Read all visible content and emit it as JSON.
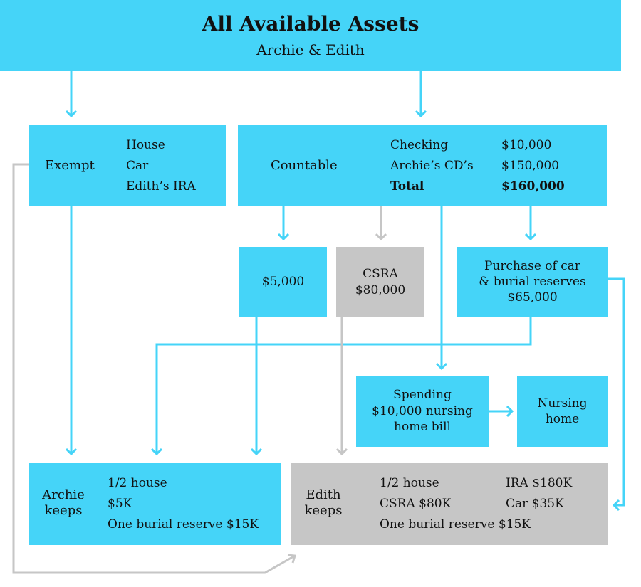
{
  "title": "All Available Assets",
  "subtitle": "Archie & Edith",
  "exempt": {
    "label": "Exempt",
    "items": [
      "House",
      "Car",
      "Edith’s IRA"
    ]
  },
  "countable": {
    "label": "Countable",
    "rows": [
      {
        "name": "Checking",
        "value": "$10,000"
      },
      {
        "name": "Archie’s CD’s",
        "value": "$150,000"
      },
      {
        "name": "Total",
        "value": "$160,000"
      }
    ]
  },
  "five": {
    "label": "$5,000"
  },
  "csra": {
    "line1": "CSRA",
    "line2": "$80,000"
  },
  "purchase": {
    "line1": "Purchase of car",
    "line2": "& burial reserves",
    "line3": "$65,000"
  },
  "spending": {
    "line1": "Spending",
    "line2": "$10,000 nursing",
    "line3": "home bill"
  },
  "nursing": {
    "line1": "Nursing",
    "line2": "home"
  },
  "archie": {
    "line1": "Archie",
    "line2": "keeps",
    "items": [
      "1/2 house",
      "$5K",
      "One burial reserve $15K"
    ]
  },
  "edith": {
    "line1": "Edith",
    "line2": "keeps",
    "col1": [
      "1/2 house",
      "CSRA $80K",
      "One burial reserve $15K"
    ],
    "col2": [
      "IRA $180K",
      "Car $35K"
    ]
  },
  "colors": {
    "blue": "#45d4f8",
    "gray": "#c6c6c6"
  }
}
